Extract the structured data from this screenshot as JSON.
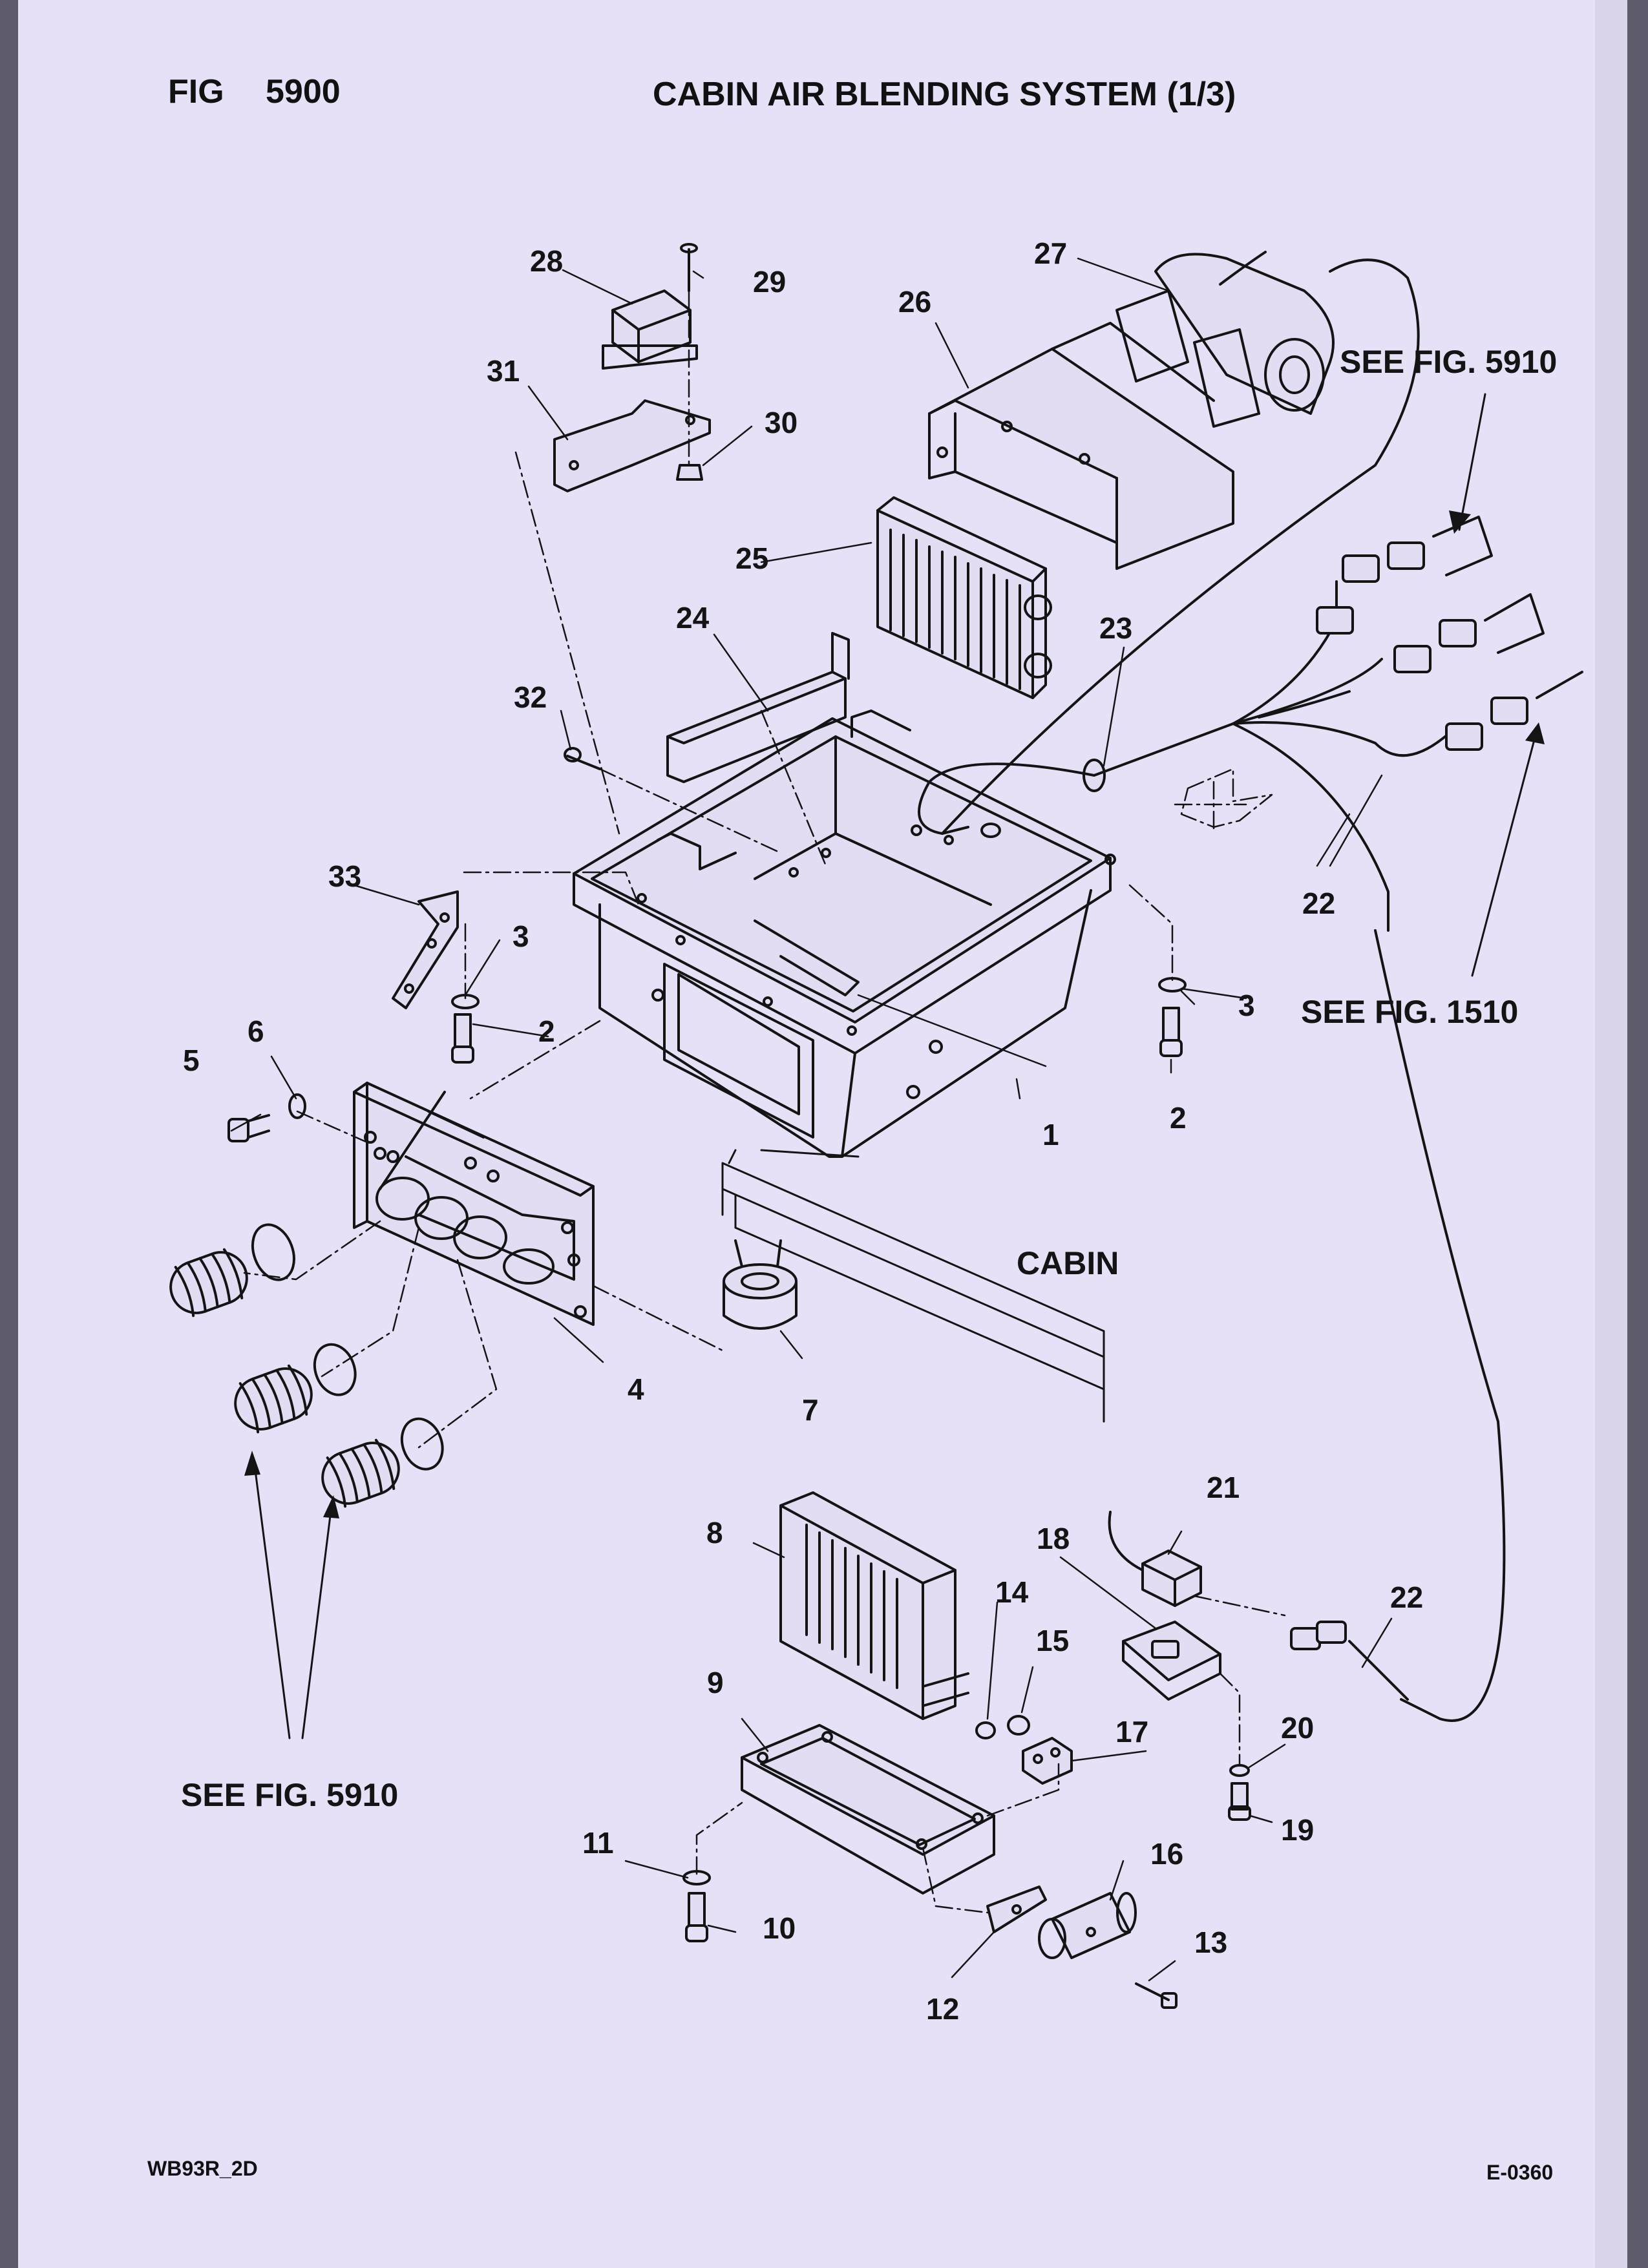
{
  "header": {
    "fig_prefix": "FIG",
    "fig_number": "5900",
    "title": "CABIN AIR BLENDING SYSTEM (1/3)"
  },
  "footer": {
    "left_code": "WB93R_2D",
    "right_code": "E-0360"
  },
  "references": {
    "fig_5910_top": "SEE FIG. 5910",
    "fig_1510": "SEE FIG. 1510",
    "fig_5910_bottom": "SEE FIG. 5910",
    "cabin": "CABIN"
  },
  "part_numbers": {
    "p1": "1",
    "p2a": "2",
    "p2b": "2",
    "p3a": "3",
    "p3b": "3",
    "p4": "4",
    "p5": "5",
    "p6": "6",
    "p7": "7",
    "p8": "8",
    "p9": "9",
    "p10": "10",
    "p11": "11",
    "p12": "12",
    "p13": "13",
    "p14": "14",
    "p15": "15",
    "p16": "16",
    "p17": "17",
    "p18": "18",
    "p19": "19",
    "p20": "20",
    "p21": "21",
    "p22a": "22",
    "p22b": "22",
    "p23": "23",
    "p24": "24",
    "p25": "25",
    "p26": "26",
    "p27": "27",
    "p28": "28",
    "p29": "29",
    "p30": "30",
    "p31": "31",
    "p32": "32",
    "p33": "33"
  },
  "colors": {
    "paper": "#e6e1f6",
    "ink": "#141414",
    "scanner_background": "#5d5a6c"
  }
}
